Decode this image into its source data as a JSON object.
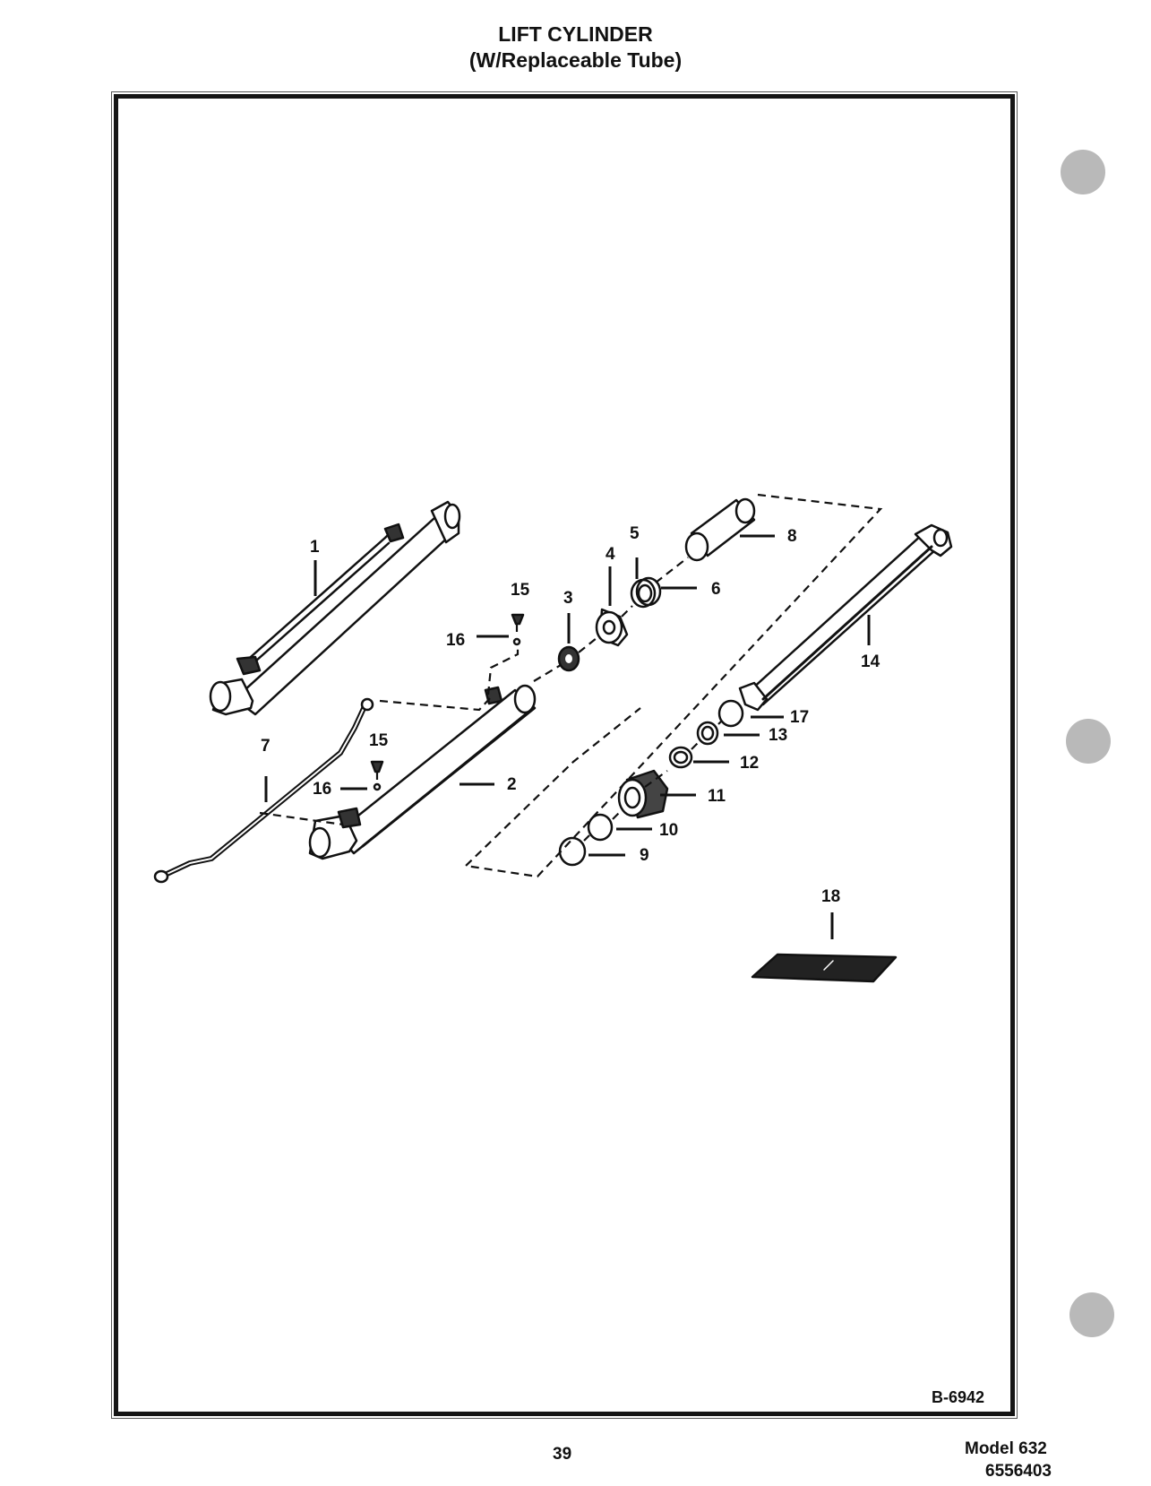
{
  "title": "LIFT CYLINDER",
  "subtitle": "(W/Replaceable Tube)",
  "figure_code": "B-6942",
  "page_number": "39",
  "model": "Model 632",
  "doc_number": "6556403",
  "callouts": {
    "c1": "1",
    "c2": "2",
    "c3": "3",
    "c4": "4",
    "c5": "5",
    "c6": "6",
    "c7": "7",
    "c8": "8",
    "c9": "9",
    "c10": "10",
    "c11": "11",
    "c12": "12",
    "c13": "13",
    "c14": "14",
    "c15a": "15",
    "c15b": "15",
    "c16a": "16",
    "c16b": "16",
    "c17": "17",
    "c18": "18"
  }
}
